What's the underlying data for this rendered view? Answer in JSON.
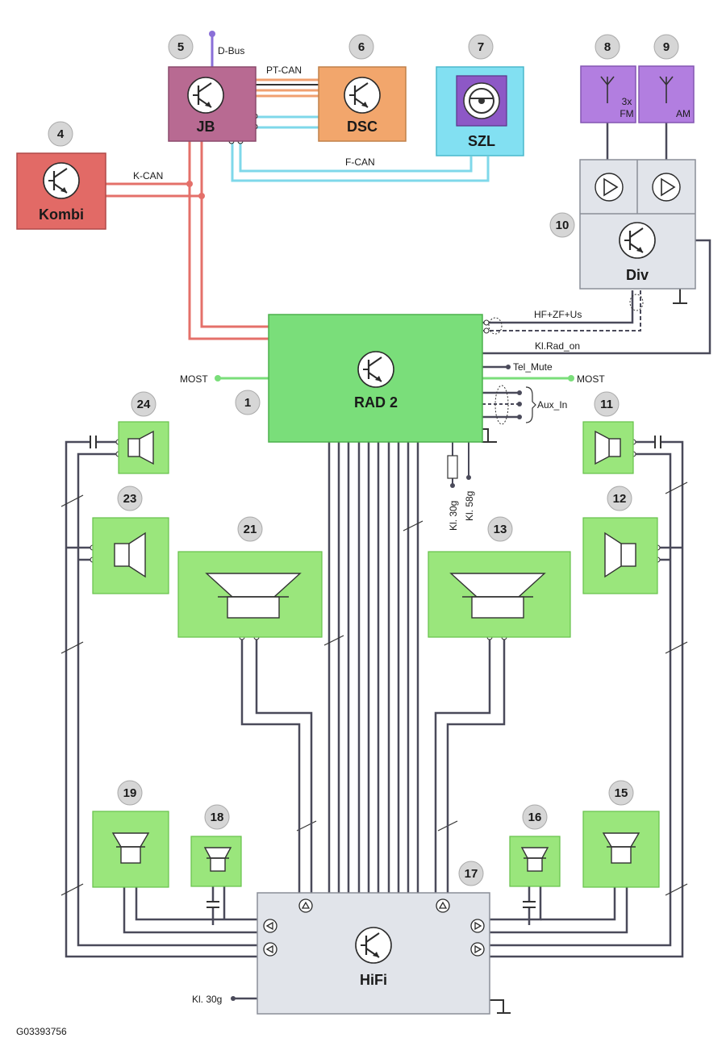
{
  "figure_id": "G03393756",
  "modules": {
    "jb": {
      "number": "5",
      "label": "JB"
    },
    "dsc": {
      "number": "6",
      "label": "DSC"
    },
    "szl": {
      "number": "7",
      "label": "SZL"
    },
    "kombi": {
      "number": "4",
      "label": "Kombi"
    },
    "antenna_fm": {
      "number": "8",
      "label_line1": "3x",
      "label_line2": "FM"
    },
    "antenna_am": {
      "number": "9",
      "label": "AM"
    },
    "div": {
      "number": "10",
      "label": "Div"
    },
    "rad2": {
      "number": "1",
      "label": "RAD 2"
    },
    "hifi": {
      "number": "17",
      "label": "HiFi"
    }
  },
  "speakers": {
    "s11": "11",
    "s12": "12",
    "s13": "13",
    "s15": "15",
    "s16": "16",
    "s18": "18",
    "s19": "19",
    "s21": "21",
    "s23": "23",
    "s24": "24"
  },
  "bus_labels": {
    "d_bus": "D-Bus",
    "pt_can": "PT-CAN",
    "f_can": "F-CAN",
    "k_can": "K-CAN",
    "hf_zf_us": "HF+ZF+Us",
    "kl_rad_on": "Kl.Rad_on",
    "tel_mute": "Tel_Mute",
    "most_left": "MOST",
    "most_right": "MOST",
    "aux_in": "Aux_In",
    "kl30g": "Kl. 30g",
    "kl58g": "Kl. 58g",
    "kl30g_hifi": "Kl. 30g"
  },
  "colors": {
    "pt_can": "#f0a070",
    "f_can": "#7fd8ea",
    "k_can": "#e4706a",
    "jb_fill": "#b86a92",
    "dsc_fill": "#f2a66c",
    "szl_fill": "#82e0f2",
    "kombi_fill": "#e26a66",
    "antenna_fill": "#b27ee0",
    "div_fill": "#e1e4ea",
    "rad_fill": "#7ade7a",
    "speaker_fill": "#9ae67c",
    "wire": "#4a4a5a"
  }
}
